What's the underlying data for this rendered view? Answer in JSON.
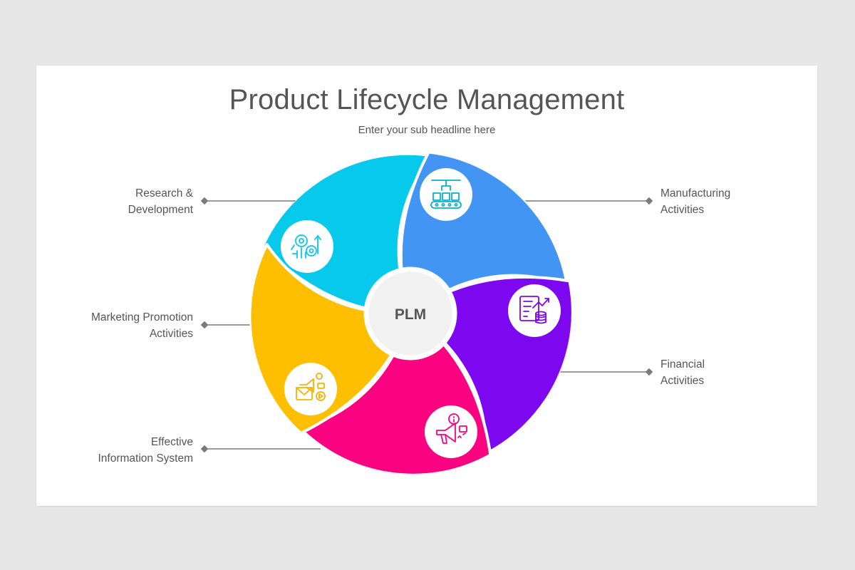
{
  "header": {
    "title": "Product Lifecycle Management",
    "subtitle": "Enter your sub headline here"
  },
  "center": {
    "label": "PLM"
  },
  "segments": [
    {
      "id": "research",
      "color": "#06c9ec",
      "icon": "research-gears-icon",
      "label_lines": [
        "Research &",
        "Development"
      ]
    },
    {
      "id": "manufacturing",
      "color": "#4295f2",
      "icon": "conveyor-factory-icon",
      "label_lines": [
        "Manufacturing",
        "Activities"
      ]
    },
    {
      "id": "financial",
      "color": "#7d08f0",
      "icon": "financial-report-icon",
      "label_lines": [
        "Financial",
        "Activities"
      ]
    },
    {
      "id": "information",
      "color": "#fb0280",
      "icon": "megaphone-info-icon",
      "label_lines": [
        "Effective",
        "Information System"
      ]
    },
    {
      "id": "marketing",
      "color": "#fdbf00",
      "icon": "marketing-mail-icon",
      "label_lines": [
        "Marketing Promotion",
        "Activities"
      ]
    }
  ]
}
